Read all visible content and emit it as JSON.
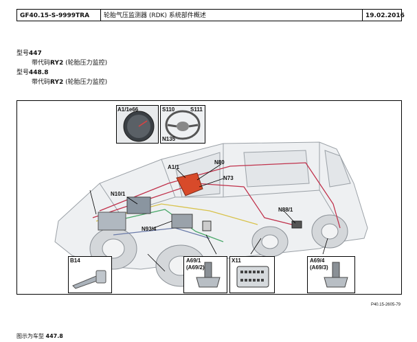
{
  "header": {
    "doc_code": "GF40.15-S-9999TRA",
    "title": "轮胎气压监测器 (RDK) 系统部件概述",
    "date": "19.02.2016"
  },
  "models": [
    {
      "prefix": "型号",
      "model": "447",
      "code_prefix": "带代码",
      "code": "RY2",
      "code_desc": "(轮胎压力监控)"
    },
    {
      "prefix": "型号",
      "model": "448.8",
      "code_prefix": "带代码",
      "code": "RY2",
      "code_desc": "(轮胎压力监控)"
    }
  ],
  "figure": {
    "labels": {
      "a1": "A1/1e66",
      "s110": "S110",
      "s111": "S111",
      "n135": "N135",
      "a1_1": "A1/1",
      "n80": "N80",
      "n73": "N73",
      "n10": "N10/1",
      "n93": "N93/4",
      "n88": "N88/1",
      "b14": "B14",
      "a69_1": "A69/1",
      "a69_2": "(A69/2)",
      "x11": "X11",
      "a69_4": "A69/4",
      "a69_3": "(A69/3)"
    },
    "reference": "P40.15-2605-79"
  },
  "caption": {
    "text": "图示为车型 ",
    "model": "447.8"
  },
  "colors": {
    "wire_red": "#c0304a",
    "wire_yellow": "#d8c24a",
    "wire_green": "#4aa86a",
    "ecu_orange": "#d84a2a",
    "body_gray": "#c8ccd0"
  }
}
